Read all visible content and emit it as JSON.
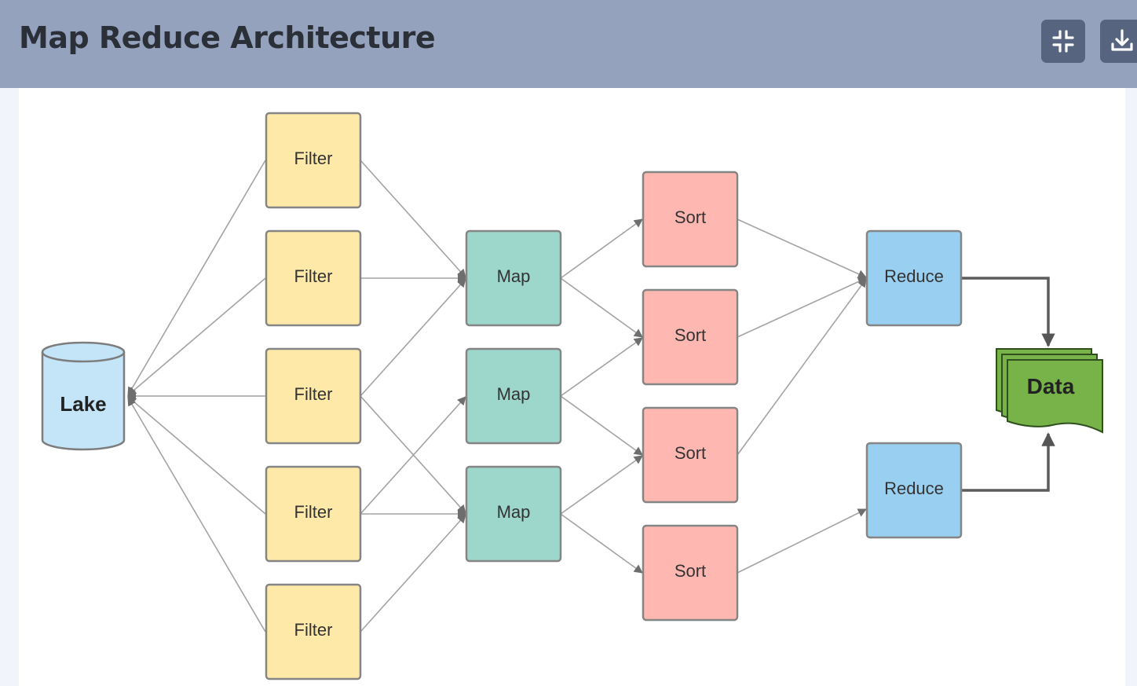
{
  "header": {
    "title": "Map Reduce Architecture",
    "collapse_icon": "collapse-icon",
    "download_icon": "download-icon"
  },
  "diagram": {
    "lake": "Lake",
    "filters": [
      "Filter",
      "Filter",
      "Filter",
      "Filter",
      "Filter"
    ],
    "maps": [
      "Map",
      "Map",
      "Map"
    ],
    "sorts": [
      "Sort",
      "Sort",
      "Sort",
      "Sort"
    ],
    "reduces": [
      "Reduce",
      "Reduce"
    ],
    "data": "Data",
    "colors": {
      "lake": "#c4e4f8",
      "filter": "#ffe9a8",
      "map": "#9dd6cb",
      "sort": "#ffb8b1",
      "reduce": "#99cff1",
      "data": "#77b349",
      "edge": "#999999"
    }
  }
}
